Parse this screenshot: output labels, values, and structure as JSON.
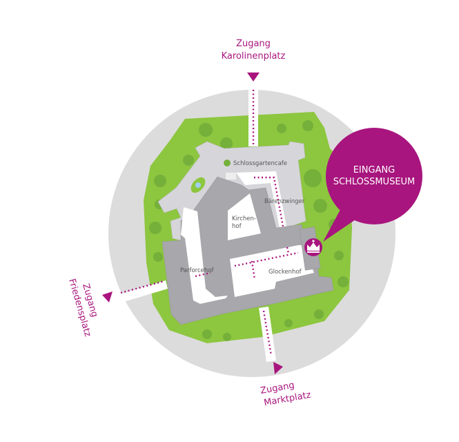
{
  "colors": {
    "accent": "#a8157e",
    "park": "#8dc63f",
    "tree": "#74b03a",
    "ground": "#dcdcdc",
    "building": "#a7a7ac",
    "wing": "#d6d6da",
    "court": "#ffffff"
  },
  "entrances": {
    "north": {
      "line1": "Zugang",
      "line2": "Karolinenplatz"
    },
    "west": {
      "line1": "Zugang",
      "line2": "Friedensplatz"
    },
    "south": {
      "line1": "Zugang",
      "line2": "Marktplatz"
    }
  },
  "callout": {
    "line1": "EINGANG",
    "line2": "SCHLOSSMUSEUM",
    "icon": "crown-icon"
  },
  "places": {
    "cafe": "Schlossgartencafe",
    "baerenzwinger": "Bärenzwinger",
    "kirchenhof1": "Kirchen-",
    "kirchenhof2": "hof",
    "parforcehof": "Parforcehof",
    "glockenhof": "Glockenhof"
  }
}
